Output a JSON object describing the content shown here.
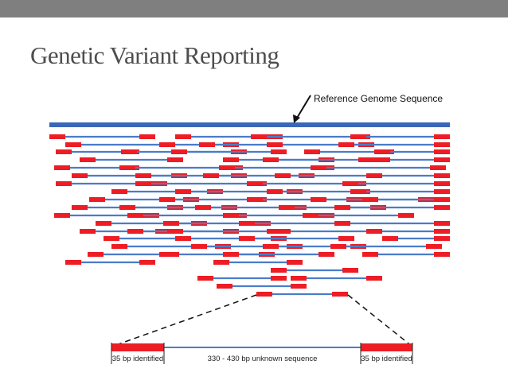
{
  "slide": {
    "title": "Genetic Variant Reporting"
  },
  "diagram": {
    "reference_label": "Reference Genome Sequence",
    "detail": {
      "left_label": "35 bp identified",
      "middle_label": "330 - 430 bp unknown sequence",
      "right_label": "35 bp identified"
    }
  },
  "colors": {
    "top_bar": "#7f7f7f",
    "reference": "#3a66b8",
    "read_line": "#4a7cc8",
    "read_end": "#ee1c24"
  }
}
